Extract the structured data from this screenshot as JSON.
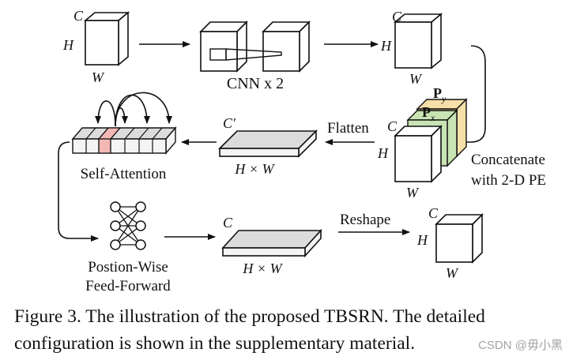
{
  "diagram": {
    "labels": {
      "c": "C",
      "h": "H",
      "w": "W",
      "c_prime": "C′",
      "hw": "H × W",
      "p_x": "P",
      "p_x_sub": "x",
      "p_y": "P",
      "p_y_sub": "y"
    },
    "steps": {
      "cnn": "CNN x 2",
      "flatten": "Flatten",
      "concat_line1": "Concatenate",
      "concat_line2": "with 2-D PE",
      "self_attention": "Self-Attention",
      "ffn_line1": "Postion-Wise",
      "ffn_line2": "Feed-Forward",
      "reshape": "Reshape"
    }
  },
  "caption": "Figure 3. The illustration of the proposed TBSRN. The detailed configuration is shown in the supplementary material.",
  "watermark": "CSDN @毋小黑",
  "colors": {
    "pe_x": "#c9e4b4",
    "pe_y": "#f6dfa8",
    "highlight": "#f4b8b4",
    "bar_top": "#dcdcdc",
    "bar_front": "#f4f4f4"
  }
}
